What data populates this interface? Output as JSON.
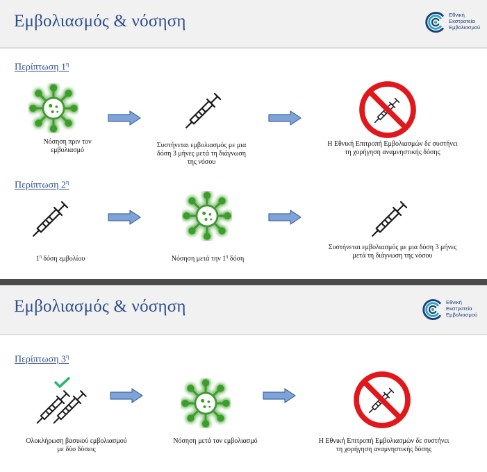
{
  "header": {
    "title": "Εμβολιασμός & νόσηση",
    "logo": {
      "lines": [
        "Εθνική",
        "Εκστρατεία",
        "Εμβολιασμού"
      ],
      "colors": {
        "outer": "#1f3e7a",
        "inner": "#22a7c9",
        "dot": "#2bb673"
      }
    }
  },
  "colors": {
    "title": "#2e4f8c",
    "arrow_fill": "#7fa3d6",
    "arrow_stroke": "#3f6aa8",
    "prohibition": "#e0171b",
    "virus": "#3c9d2a",
    "check": "#2bb673"
  },
  "cases": [
    {
      "label": "Περίπτωση 1",
      "sup": "η",
      "steps": [
        {
          "icon": "virus-icon",
          "caption_lines": [
            "Νόσηση πριν τον",
            "εμβολιασμό"
          ]
        },
        {
          "icon": "syringe-icon",
          "caption_lines": [
            "Συστήνεται εμβολιασμός με μια",
            "δόση 3 μήνες μετά τη διάγνωση",
            "της νόσου"
          ]
        },
        {
          "icon": "no-syringe-icon",
          "caption_lines": [
            "Η Εθνική Επιτροπή Εμβολιασμών δε συστήνει",
            "τη χορήγηση αναμνηστικής  δόσης"
          ]
        }
      ]
    },
    {
      "label": "Περίπτωση 2",
      "sup": "η",
      "steps": [
        {
          "icon": "syringe-icon",
          "caption_num": "1",
          "caption_sup": "η",
          "caption_rest": " δόση εμβολίου"
        },
        {
          "icon": "virus-icon",
          "caption_pre": "Νόσηση μετά την 1",
          "caption_sup": "η",
          "caption_post": " δόση"
        },
        {
          "icon": "syringe-icon",
          "caption_lines": [
            "Συστήνεται εμβολιασμός με μια δόση 3 μήνες",
            "μετά τη διάγνωση της νόσου"
          ]
        }
      ]
    },
    {
      "label": "Περίπτωση 3",
      "sup": "η",
      "steps": [
        {
          "icon": "double-syringe-check-icon",
          "caption_lines": [
            "Ολοκλήρωση βασικού εμβολιασμού",
            "με δύο δόσεις"
          ]
        },
        {
          "icon": "virus-icon",
          "caption_lines": [
            "Νόσηση μετά τον εμβολιασμό"
          ]
        },
        {
          "icon": "no-syringe-icon",
          "caption_lines": [
            "Η Εθνική Επιτροπή Εμβολιασμών δε συστήνει",
            "τη χορήγηση αναμνηστικής  δόσης"
          ]
        }
      ]
    }
  ]
}
